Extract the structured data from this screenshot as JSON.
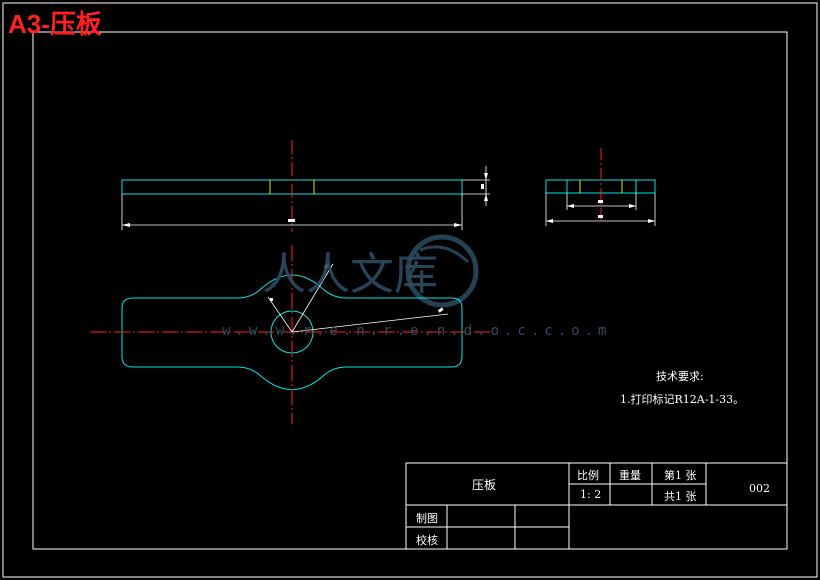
{
  "header": {
    "title": "A3-压板"
  },
  "watermark": {
    "brand": "人人文库",
    "url": "w.w.w.r.e.n.r.e.n.d.o.c.c.o.m"
  },
  "tech_requirements": {
    "heading": "技术要求:",
    "item1": "1.打印标记R12A-1-33。"
  },
  "title_block": {
    "part_name": "压板",
    "scale_label": "比例",
    "scale_value": "1: 2",
    "weight_label": "重量",
    "sheet_label": "第1 张",
    "total_label": "共1 张",
    "drawing_no": "002",
    "drawn_by": "制图",
    "checked_by": "校核"
  },
  "colors": {
    "frame": "#ffffff",
    "outline": "#00e5e5",
    "centerline": "#ff2020",
    "inner_edge": "#e8e800",
    "title": "#ff2020",
    "watermark": "#2c4d63"
  }
}
